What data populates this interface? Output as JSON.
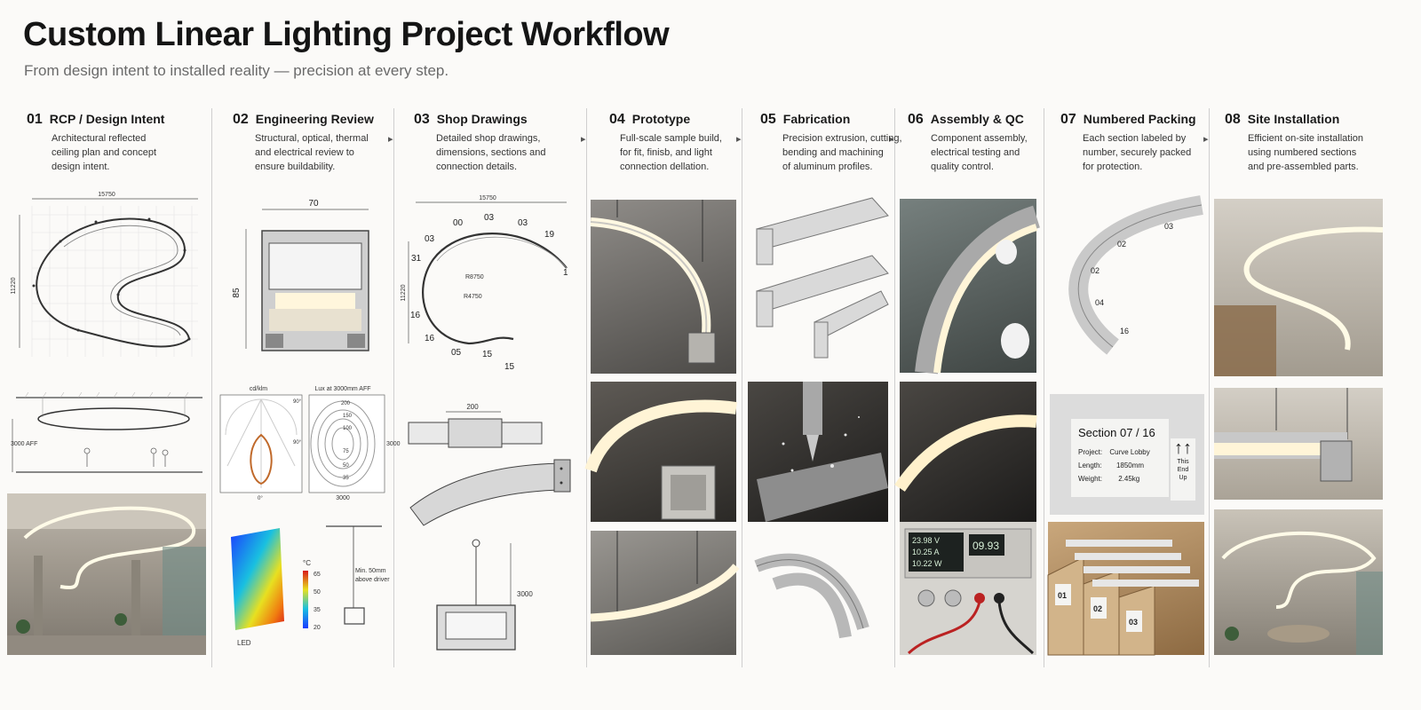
{
  "header": {
    "title": "Custom Linear Lighting Project Workflow",
    "subtitle": "From design intent to installed reality — precision at every step."
  },
  "steps": [
    {
      "num": "01",
      "title": "RCP / Design Intent",
      "desc": [
        "Architectural reflected",
        "ceiling plan and concept",
        "design intent."
      ]
    },
    {
      "num": "02",
      "title": "Engineering Review",
      "desc": [
        "Structural, optical, thermal",
        "and electrical review to",
        "ensure buildability."
      ]
    },
    {
      "num": "03",
      "title": "Shop Drawings",
      "desc": [
        "Detailed shop drawings,",
        "dimensions, sections and",
        "connection details."
      ]
    },
    {
      "num": "04",
      "title": "Prototype",
      "desc": [
        "Full-scale sample build,",
        "for fit, finisb, and light",
        "connection dellation."
      ]
    },
    {
      "num": "05",
      "title": "Fabrication",
      "desc": [
        "Precision extrusion, cutting,",
        "bending and machining",
        "of aluminum profiles."
      ]
    },
    {
      "num": "06",
      "title": "Assembly & QC",
      "desc": [
        "Component assembly,",
        "electrical testing and",
        "quality control."
      ]
    },
    {
      "num": "07",
      "title": "Numbered Packing",
      "desc": [
        "Each section labeled by",
        "number, securely packed",
        "for protection."
      ]
    },
    {
      "num": "08",
      "title": "Site Installation",
      "desc": [
        "Efficient on-site installation",
        "using numbered sections",
        "and pre-assembled parts."
      ]
    }
  ],
  "drawings": {
    "rcp_width": "15750",
    "rcp_height": "11220",
    "section_height": "3000 AFF",
    "profile_width": "70",
    "profile_height": "85",
    "polar_label": "cd/klm",
    "lux_label": "Lux at 3000mm AFF",
    "polar_angles": [
      "90°",
      "90°",
      "0°"
    ],
    "lux_levels": [
      "200",
      "150",
      "100",
      "75",
      "50",
      "35"
    ],
    "lux_width": "3000",
    "lux_height": "3000",
    "thermal_unit": "°C",
    "thermal_scale": [
      "65",
      "50",
      "35",
      "20"
    ],
    "thermal_led": "LED",
    "clearance_note": [
      "Min. 50mm",
      "above driver"
    ],
    "shop_width": "15750",
    "shop_height": "11220",
    "shop_radii": [
      "R8750",
      "R4750"
    ],
    "shop_numbers": [
      "00",
      "03",
      "03",
      "03",
      "19",
      "31",
      "16",
      "16",
      "05",
      "15",
      "15",
      "1"
    ],
    "joint_width": "200",
    "suspension_height": "3000",
    "pack_numbers": [
      "03",
      "02",
      "02",
      "04",
      "16"
    ],
    "meter_readings": [
      "23.98 V",
      "10.25 A",
      "10.22 W",
      "09.93"
    ],
    "box_numbers": [
      "01",
      "02",
      "03"
    ]
  },
  "label": {
    "section": "Section 07 / 16",
    "project_label": "Project:",
    "project_value": "Curve Lobby",
    "length_label": "Length:",
    "length_value": "1850mm",
    "weight_label": "Weight:",
    "weight_value": "2.45kg",
    "arrows_text": [
      "This",
      "End",
      "Up"
    ]
  },
  "colors": {
    "background": "#fbfaf8",
    "title": "#151515",
    "subtitle": "#6a6a6a",
    "divider": "#cfcfcf",
    "led_glow": "#fff6dc"
  }
}
